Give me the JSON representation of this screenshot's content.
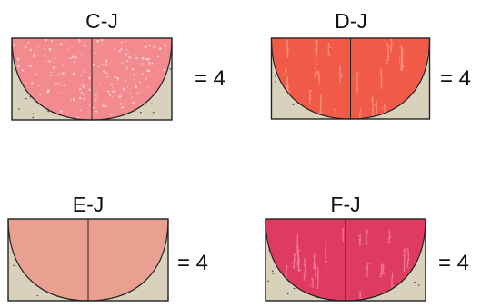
{
  "blocks": [
    {
      "label": "C-J",
      "quantity_text": "= 4",
      "background_color": "#d8d2bd",
      "fabric_color": "#f28a8f",
      "fabric_highlight": "#fbd1cf",
      "fabric_pattern": "speckle"
    },
    {
      "label": "D-J",
      "quantity_text": "= 4",
      "background_color": "#d8d2bd",
      "fabric_color": "#f25a48",
      "fabric_highlight": "#f9a08c",
      "fabric_pattern": "streaks"
    },
    {
      "label": "E-J",
      "quantity_text": "= 4",
      "background_color": "#d8d2bd",
      "fabric_color": "#e9a090",
      "fabric_highlight": "#e9a090",
      "fabric_pattern": "solid"
    },
    {
      "label": "F-J",
      "quantity_text": "= 4",
      "background_color": "#d8d2bd",
      "fabric_color": "#df3a5f",
      "fabric_highlight": "#f28aa0",
      "fabric_pattern": "streaks"
    }
  ]
}
